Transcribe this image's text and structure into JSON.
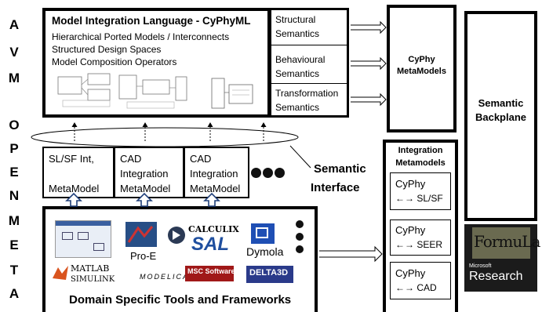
{
  "side_letters": [
    "A",
    "V",
    "M",
    "O",
    "P",
    "E",
    "N",
    "M",
    "E",
    "T",
    "A"
  ],
  "cyphyml": {
    "title": "Model Integration Language - CyPhyML",
    "lines": [
      "Hierarchical Ported Models / Interconnects",
      "Structured Design Spaces",
      "Model Composition Operators"
    ],
    "semantics": [
      {
        "l1": "Structural",
        "l2": "Semantics"
      },
      {
        "l1": "Behavioural",
        "l2": "Semantics"
      },
      {
        "l1": "Transformation",
        "l2": "Semantics"
      }
    ]
  },
  "metamodels_box": {
    "l1": "CyPhy",
    "l2": "MetaModels"
  },
  "backplane": {
    "l1": "Semantic",
    "l2": "Backplane"
  },
  "integration_metamodels": {
    "title1": "Integration",
    "title2": "Metamodels",
    "items": [
      {
        "l1": "CyPhy",
        "l2": "←→ SL/SF"
      },
      {
        "l1": "CyPhy",
        "l2": "←→ SEER"
      },
      {
        "l1": "CyPhy",
        "l2": "←→ CAD"
      }
    ]
  },
  "mid_boxes": [
    {
      "l1": "SL/SF Int,",
      "l2": "",
      "l3": "MetaModel"
    },
    {
      "l1": "CAD",
      "l2": "Integration",
      "l3": "MetaModel"
    },
    {
      "l1": "CAD",
      "l2": "Integration",
      "l3": "MetaModel"
    }
  ],
  "semantic_interface": {
    "l1": "Semantic",
    "l2": "Interface"
  },
  "tools": {
    "caption": "Domain Specific Tools and Frameworks",
    "pro_e": "Pro-E",
    "calculix": "CALCULIX",
    "sal": "SAL",
    "dymola": "Dymola",
    "matlab1": "MATLAB",
    "matlab2": "SIMULINK",
    "modelica": "MODELICA",
    "msc": "MSC Software",
    "delta3d": "DELTA3D"
  },
  "formula_logo": {
    "text": "FormuLa",
    "ms1": "Microsoft",
    "ms2": "Research"
  }
}
